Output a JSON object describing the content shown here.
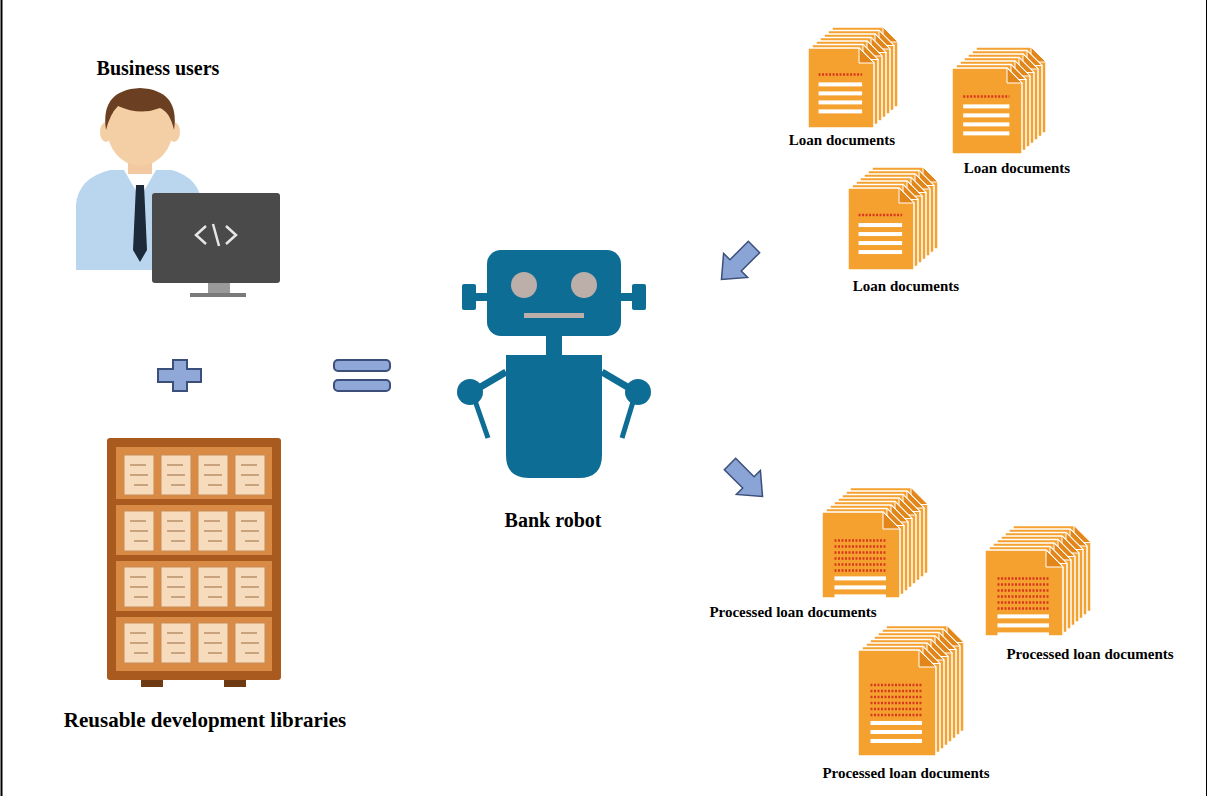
{
  "diagram": {
    "labels": [
      "Business users",
      "Reusable development libraries",
      "Bank robot",
      "Loan documents",
      "Loan documents",
      "Loan documents",
      "Processed loan documents",
      "Processed loan documents",
      "Processed loan documents"
    ]
  }
}
